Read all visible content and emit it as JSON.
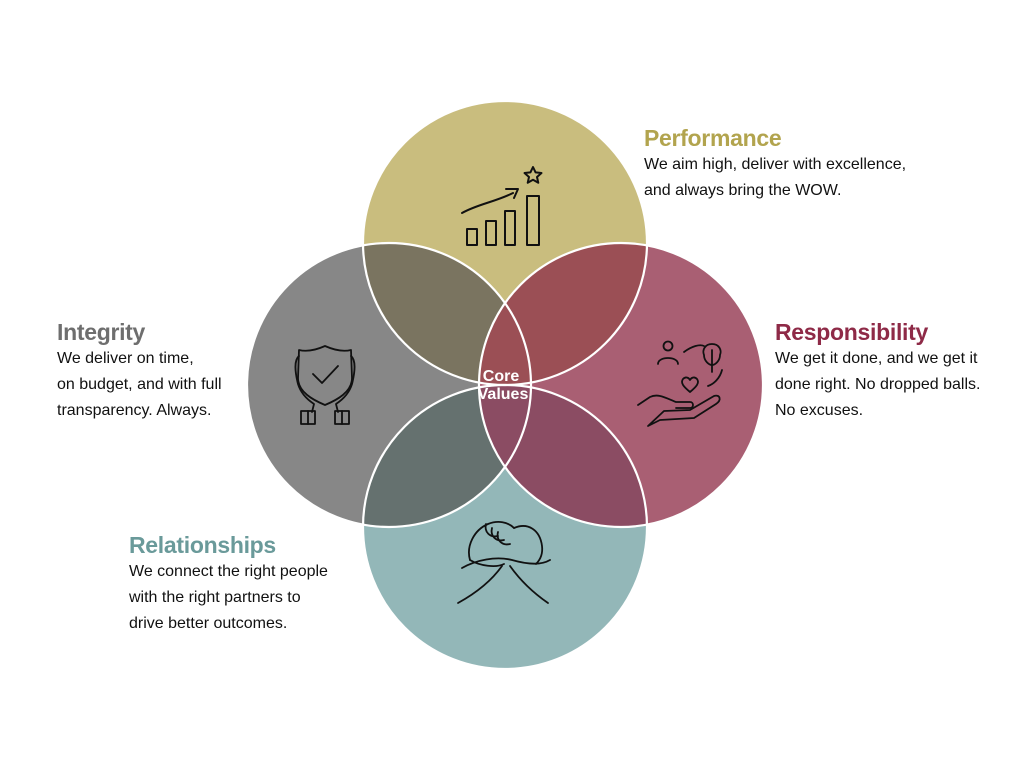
{
  "center": {
    "line1": "Core",
    "line2": "Values"
  },
  "values": {
    "performance": {
      "title": "Performance",
      "lines": [
        "We aim high, deliver with excellence,",
        "and always bring the WOW."
      ]
    },
    "responsibility": {
      "title": "Responsibility",
      "lines": [
        "We get it done, and we get it",
        "done right. No dropped balls.",
        "No excuses."
      ]
    },
    "integrity": {
      "title": "Integrity",
      "lines": [
        "We deliver on time,",
        "on budget, and with full",
        "transparency. Always."
      ]
    },
    "relationships": {
      "title": "Relationships",
      "lines": [
        "We connect the right people",
        "with the right partners to",
        "drive better outcomes."
      ]
    }
  },
  "colors": {
    "performance": "#C9BD7E",
    "responsibility": "#A95F73",
    "integrity": "#878787",
    "relationships": "#93B7B8",
    "performance_heading": "#B2A44E",
    "responsibility_heading": "#8E2A47",
    "integrity_heading": "#6E6E6E",
    "relationships_heading": "#6A9A9A"
  },
  "icons": {
    "performance": "growth-chart-star-icon",
    "responsibility": "hand-heart-person-tree-icon",
    "integrity": "hands-shield-check-icon",
    "relationships": "handshake-grip-icon"
  }
}
